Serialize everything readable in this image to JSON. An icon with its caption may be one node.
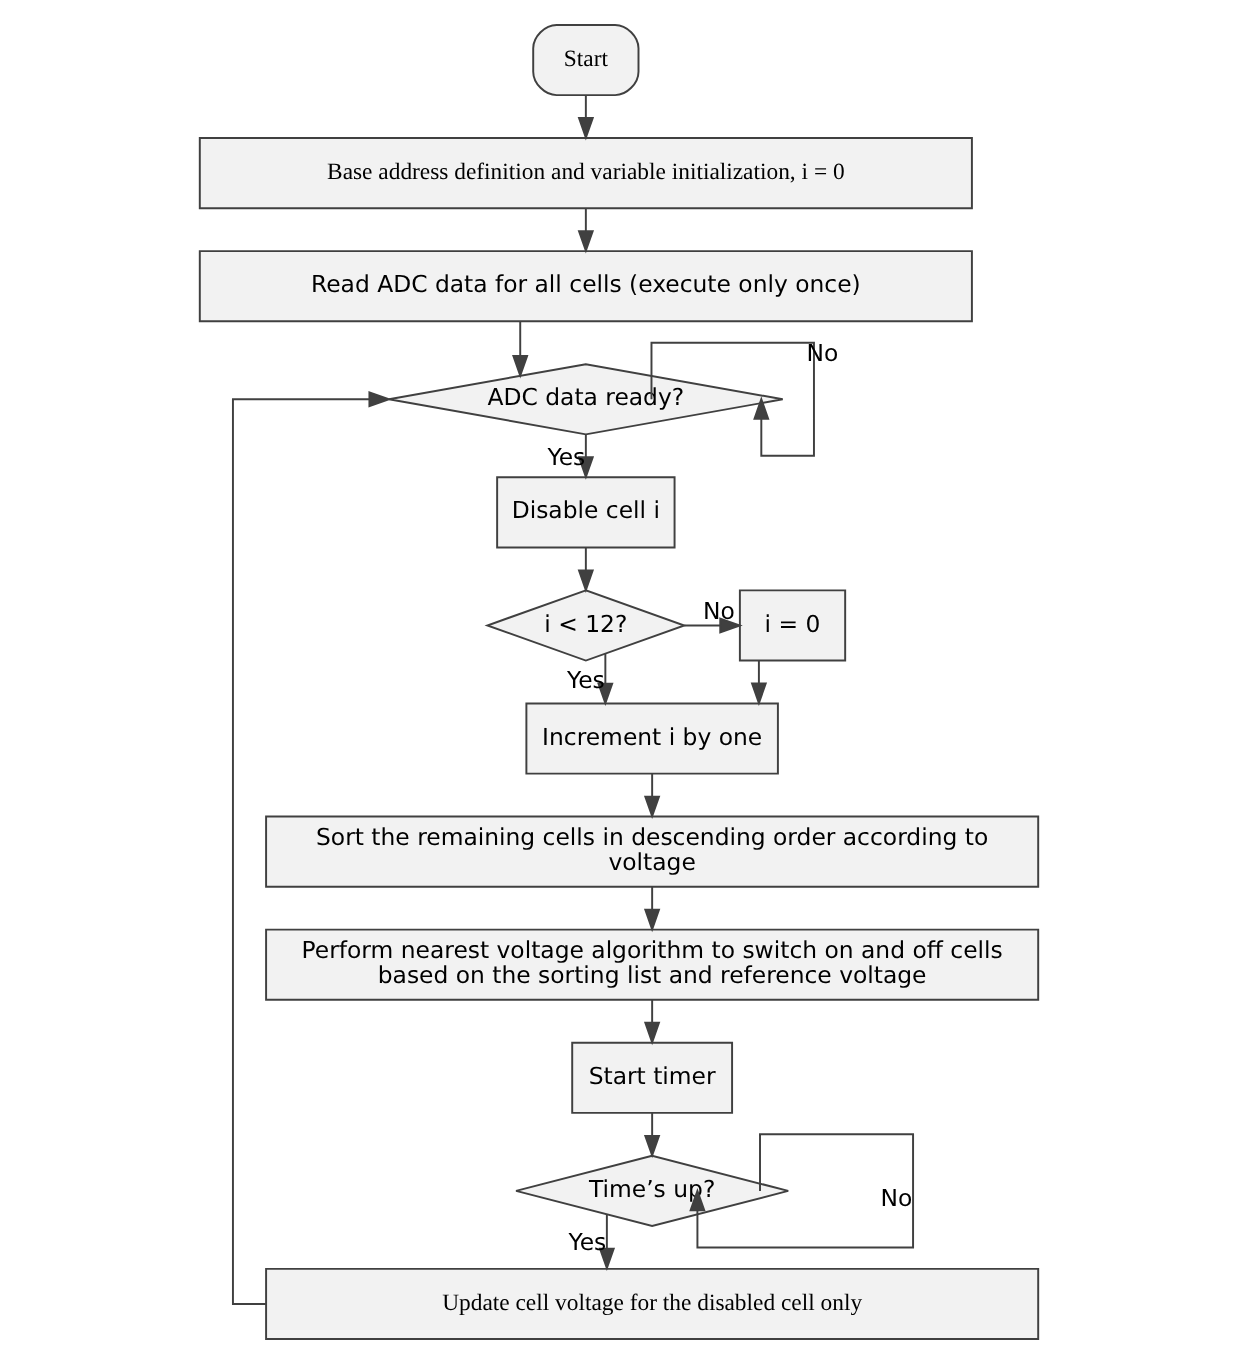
{
  "diagram": {
    "nodes": [
      {
        "text": [
          "Start"
        ]
      },
      {
        "text": [
          "Base address definition and variable initialization, i = 0"
        ]
      },
      {
        "text": [
          "Read ADC data for all cells (execute only once)"
        ]
      },
      {
        "text": [
          "ADC data ready?"
        ]
      },
      {
        "text": [
          "Disable cell i"
        ]
      },
      {
        "text": [
          "i < 12?"
        ]
      },
      {
        "text": [
          "i = 0"
        ]
      },
      {
        "text": [
          "Increment i by one"
        ]
      },
      {
        "text": [
          "Sort the remaining cells in descending order according to voltage"
        ]
      },
      {
        "text": [
          "Perform nearest voltage algorithm to switch on and off cells based on the sorting list and reference voltage"
        ]
      },
      {
        "text": [
          "Start timer"
        ]
      },
      {
        "text": [
          "Time’s up?"
        ]
      },
      {
        "text": [
          "Update cell voltage for the disabled cell only"
        ]
      }
    ],
    "edges": [
      {
        "from": 0,
        "to": 1,
        "arrow": "to"
      },
      {
        "from": 1,
        "to": 2,
        "arrow": "to"
      },
      {
        "from": 2,
        "to": 3,
        "arrow": "to"
      },
      {
        "from": 3,
        "to": 3,
        "arrow": "to",
        "label": "No"
      },
      {
        "from": 3,
        "to": 4,
        "arrow": "to",
        "label": "Yes"
      },
      {
        "from": 4,
        "to": 5,
        "arrow": "to"
      },
      {
        "from": 5,
        "to": 6,
        "arrow": "to",
        "label": "No"
      },
      {
        "from": 5,
        "to": 7,
        "arrow": "to",
        "label": "Yes"
      },
      {
        "from": 6,
        "to": 7,
        "arrow": "to"
      },
      {
        "from": 7,
        "to": 8,
        "arrow": "to"
      },
      {
        "from": 8,
        "to": 9,
        "arrow": "to"
      },
      {
        "from": 9,
        "to": 10,
        "arrow": "to"
      },
      {
        "from": 10,
        "to": 11,
        "arrow": "to"
      },
      {
        "from": 11,
        "to": 11,
        "arrow": "to",
        "label": "No"
      },
      {
        "from": 11,
        "to": 12,
        "arrow": "to",
        "label": "Yes"
      },
      {
        "from": 12,
        "to": 3,
        "arrow": "to"
      }
    ]
  }
}
